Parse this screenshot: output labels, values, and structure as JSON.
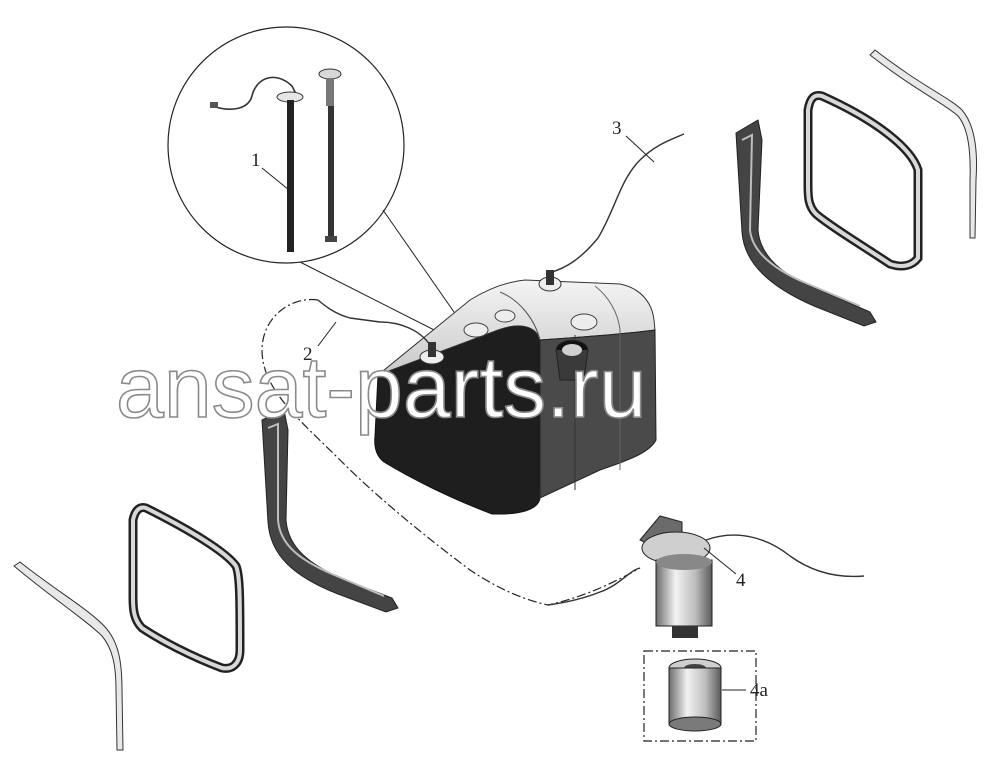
{
  "watermark": "ansat-parts.ru",
  "callouts": {
    "c1": "1",
    "c2": "2",
    "c3": "3",
    "c4": "4",
    "c4a": "4a"
  },
  "colors": {
    "line": "#222222",
    "tank_dark": "#1e1e1e",
    "tank_light": "#dcdcdc",
    "metal": "#9a9a9a"
  }
}
